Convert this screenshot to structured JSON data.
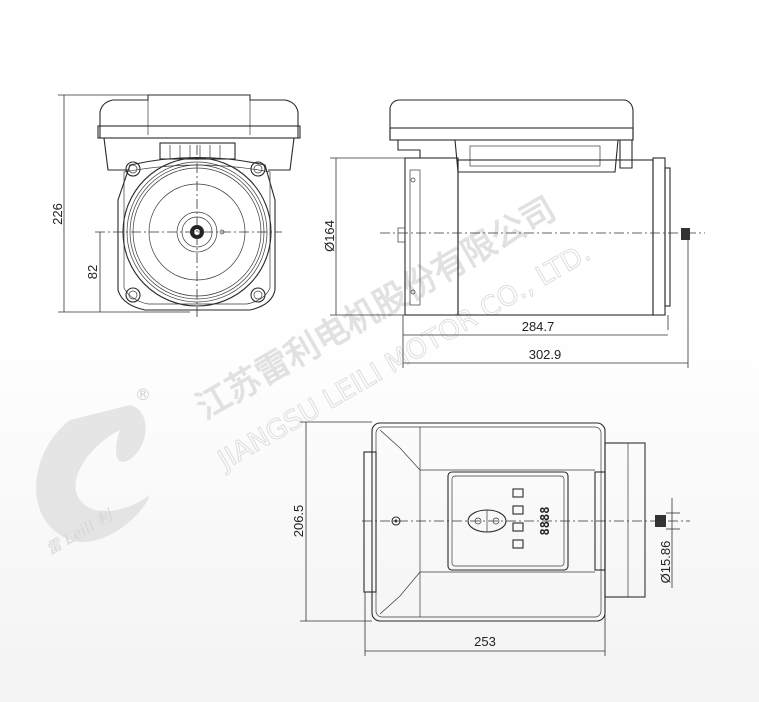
{
  "dimensions": {
    "front_height": "226",
    "front_shaft_height": "82",
    "side_diameter": "Ø164",
    "side_body_length": "284.7",
    "side_total_length": "302.9",
    "bottom_width": "206.5",
    "bottom_length": "253",
    "shaft_diameter": "Ø15.86"
  },
  "control_panel": {
    "display": "8888"
  },
  "watermark": {
    "company_cn": "江苏雷利电机股份有限公司",
    "company_en": "JIANGSU LEILI MOTOR CO., LTD.",
    "logo_text": "雷 Leili 利",
    "registered": "®"
  }
}
